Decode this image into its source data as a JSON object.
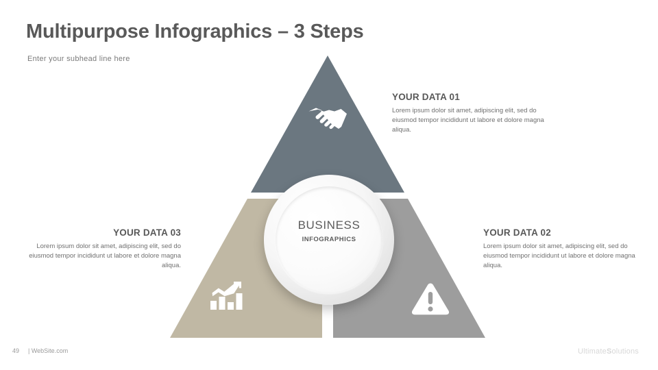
{
  "slide": {
    "title": "Multipurpose Infographics – 3 Steps",
    "subhead": "Enter your subhead line here"
  },
  "center": {
    "title": "BUSINESS",
    "subtitle": "INFOGRAPHICS"
  },
  "segments": [
    {
      "id": "top",
      "icon": "handshake-icon",
      "color": "#6b7780"
    },
    {
      "id": "left",
      "icon": "bar-chart-icon",
      "color": "#c0b8a4"
    },
    {
      "id": "right",
      "icon": "warning-icon",
      "color": "#9d9d9d"
    }
  ],
  "callouts": [
    {
      "title": "YOUR DATA 01",
      "body": "Lorem ipsum dolor sit amet, adipiscing elit, sed do eiusmod tempor incididunt ut labore et dolore magna aliqua."
    },
    {
      "title": "YOUR DATA 02",
      "body": "Lorem ipsum dolor sit amet, adipiscing elit, sed do eiusmod tempor incididunt ut labore et dolore magna aliqua."
    },
    {
      "title": "YOUR DATA 03",
      "body": "Lorem ipsum dolor sit amet, adipiscing elit, sed do eiusmod tempor incididunt ut labore et dolore magna aliqua."
    }
  ],
  "footer": {
    "page": "49",
    "site": "| WebSite.com",
    "brand_prefix": "Ultimate",
    "brand_accent": "S",
    "brand_suffix": "olutions"
  }
}
